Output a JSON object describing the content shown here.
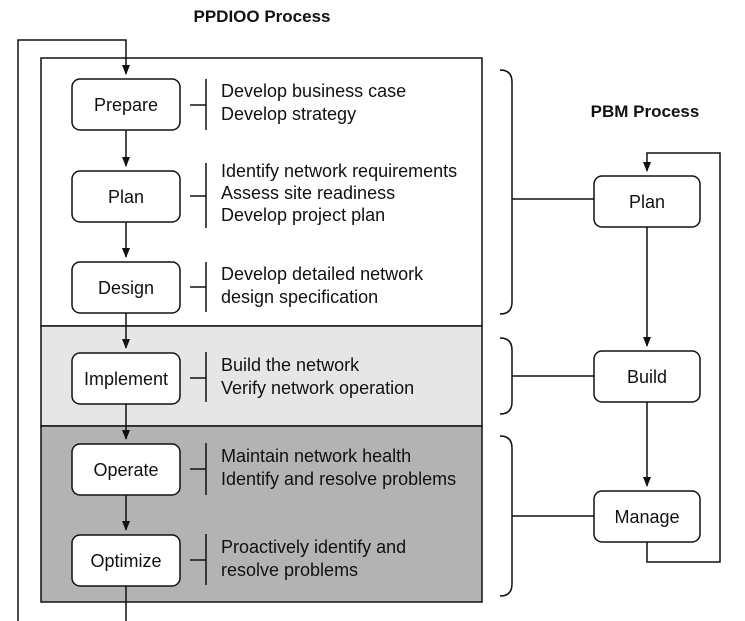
{
  "ppdioo_title": "PPDIOO Process",
  "pbm_title": "PBM Process",
  "ppdioo_stages": [
    {
      "label": "Prepare",
      "descriptions": [
        "Develop business case",
        "Develop strategy"
      ]
    },
    {
      "label": "Plan",
      "descriptions": [
        "Identify network requirements",
        "Assess site readiness",
        "Develop project plan"
      ]
    },
    {
      "label": "Design",
      "descriptions": [
        "Develop detailed network",
        "design specification"
      ]
    },
    {
      "label": "Implement",
      "descriptions": [
        "Build the network",
        "Verify network operation"
      ]
    },
    {
      "label": "Operate",
      "descriptions": [
        "Maintain network health",
        "Identify and resolve problems"
      ]
    },
    {
      "label": "Optimize",
      "descriptions": [
        "Proactively identify and",
        "resolve problems"
      ]
    }
  ],
  "pbm_stages": [
    {
      "label": "Plan"
    },
    {
      "label": "Build"
    },
    {
      "label": "Manage"
    }
  ],
  "colors": {
    "plan_group": "#ffffff",
    "build_group": "#e6e6e6",
    "manage_group": "#b3b3b3",
    "stroke": "#111111"
  }
}
